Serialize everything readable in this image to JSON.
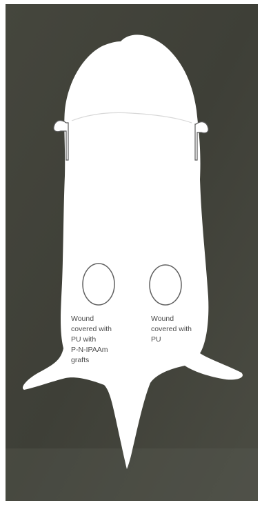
{
  "figure": {
    "wound_left_label": [
      "Wound",
      "covered with",
      "PU with",
      "P-N-IPAAm",
      "grafts"
    ],
    "wound_right_label": [
      "Wound",
      "covered with",
      "PU"
    ],
    "colors": {
      "background_dark": "#3f4038",
      "background_mid": "#4a4b42",
      "silhouette": "#ffffff",
      "outline": "#555555",
      "frame": "#ffffff"
    }
  }
}
